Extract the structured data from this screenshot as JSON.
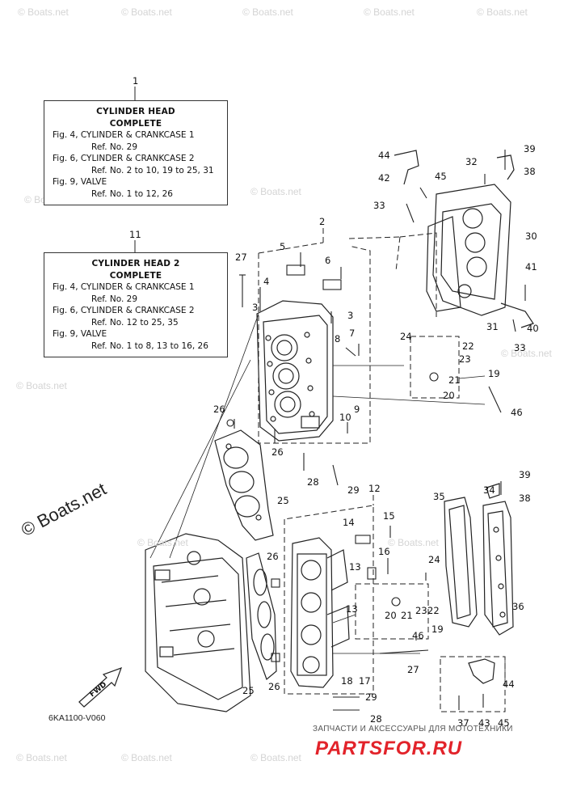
{
  "box1": {
    "ref": "1",
    "title": "CYLINDER  HEAD",
    "subtitle": "COMPLETE",
    "lines": [
      "Fig. 4, CYLINDER & CRANKCASE 1",
      "Ref. No. 29",
      "Fig. 6, CYLINDER & CRANKCASE 2",
      "Ref. No. 2 to 10, 19 to 25, 31",
      "Fig. 9, VALVE",
      "Ref. No. 1 to 12, 26"
    ]
  },
  "box2": {
    "ref": "11",
    "title": "CYLINDER  HEAD 2",
    "subtitle": "COMPLETE",
    "lines": [
      "Fig. 4, CYLINDER & CRANKCASE 1",
      "Ref. No. 29",
      "Fig. 6, CYLINDER & CRANKCASE 2",
      "Ref. No. 12 to 25, 35",
      "Fig. 9, VALVE",
      "Ref. No. 1 to 8, 13 to 16, 26"
    ]
  },
  "callouts": [
    "2",
    "5",
    "6",
    "27",
    "4",
    "3",
    "3",
    "8",
    "7",
    "24",
    "22",
    "23",
    "21",
    "19",
    "20",
    "46",
    "26",
    "10",
    "9",
    "26",
    "25",
    "28",
    "29",
    "12",
    "15",
    "14",
    "13",
    "16",
    "26",
    "13",
    "24",
    "20",
    "21",
    "23",
    "22",
    "19",
    "18",
    "17",
    "27",
    "46",
    "25",
    "26",
    "29",
    "28",
    "39",
    "38",
    "35",
    "34",
    "36",
    "44",
    "37",
    "43",
    "45",
    "44",
    "42",
    "45",
    "39",
    "38",
    "32",
    "33",
    "30",
    "41",
    "31",
    "40",
    "33"
  ],
  "fwd_label": "FWD",
  "drawing_ref": "6KA1100-V060",
  "watermark": "© Boats.net",
  "watermark_big": "© Boats.net",
  "site_banner": "ЗАПЧАСТИ И АКСЕССУАРЫ ДЛЯ МОТОТЕХНИКИ",
  "site_logo": "PARTSFOR.RU"
}
